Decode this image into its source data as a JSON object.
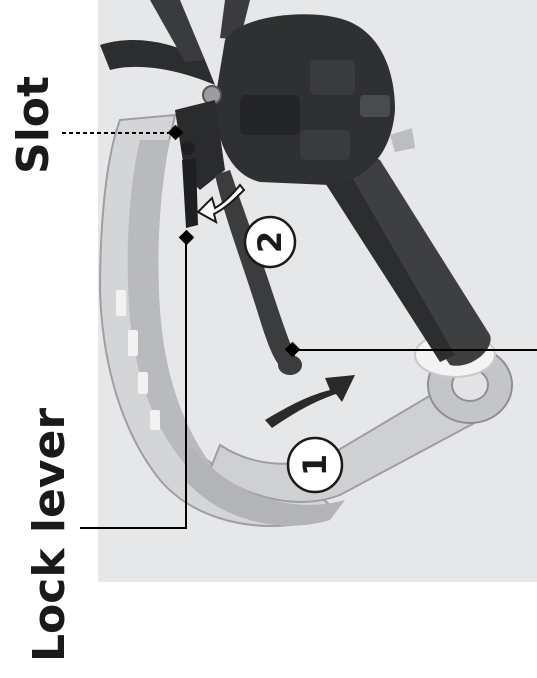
{
  "labels": {
    "slot": "Slot",
    "lock_lever": "Lock lever"
  },
  "steps": {
    "step1": "1",
    "step2": "2"
  },
  "colors": {
    "background_panel": "#e6e7e8",
    "handguard": "#c9cacc",
    "handguard_dark": "#a9aaad",
    "grip": "#3e3f41",
    "switch_housing": "#2f3032",
    "arrow": "#2a2a2a",
    "leader_line": "#000000"
  }
}
